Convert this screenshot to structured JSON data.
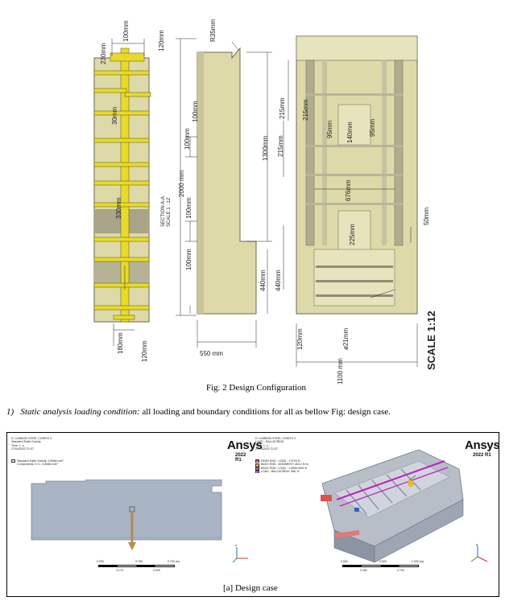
{
  "figure2": {
    "section_label": "SECTION A-A",
    "section_scale": "SCALE 1 : 12",
    "scale_label": "SCALE 1:12",
    "caption": "Fig. 2 Design Configuration",
    "dims": {
      "d230": "230mm",
      "d100a": "100mm",
      "d120top": "120mm",
      "r35": "R35mm",
      "d30": "30mm",
      "d330": "330mm",
      "d180": "180mm",
      "d120b": "120mm",
      "d2000": "2000 mm",
      "d1300": "1300mm",
      "d100b": "100mm",
      "d100c": "100mm",
      "d100d": "100mm",
      "d100e": "100mm",
      "d440a": "440mm",
      "d440b": "440mm",
      "d550": "550 mm",
      "d215a": "215mm",
      "d215b": "215mm",
      "d215c": "215mm",
      "d95a": "95mm",
      "d140": "140mm",
      "d95b": "95mm",
      "d676": "676mm",
      "d225": "225mm",
      "d50": "50mm",
      "d120c": "120mm",
      "d21": "ø21mm",
      "d1100": "1100 mm"
    }
  },
  "paragraph": {
    "number": "1)",
    "lead": "Static analysis loading condition:",
    "rest": " all loading and boundary conditions for all as bellow Fig: design case."
  },
  "panel_left": {
    "header": [
      "D: CARBON STEEL CONFIG 2",
      "Standard Earth Gravity",
      "Time: 1. s",
      "27/04/2022 21:07"
    ],
    "legend": [
      "Standard Earth Gravity: 9.8066 m/s²",
      "Components: 0.,0.,-9.8066 m/s²"
    ],
    "logo": "Ansys",
    "version": "2022 R1",
    "scale_top": [
      "0.000",
      "0.750",
      "0.700 (m)"
    ],
    "scale_bottom": [
      "0.175",
      "0.525"
    ]
  },
  "panel_right": {
    "header": [
      "D: CARBON STEEL CONFIG 2",
      "LOAD - BALLSCREW",
      "Time: 1. s",
      "27/04/2022 21:07"
    ],
    "legend": [
      {
        "key": "A",
        "color": "#d9534f",
        "text": "REAR END : LOAD : 1707N N"
      },
      {
        "key": "B",
        "color": "#e0a020",
        "text": "BACK END : MOMMENT: 453.2 N·m"
      },
      {
        "key": "C",
        "color": "#b030b0",
        "text": "BACK END : LOAD : 1.969e+005 N"
      },
      {
        "key": "D",
        "color": "#3060c0",
        "text": "LOAD : BALLSCREW: 568. N"
      }
    ],
    "logo": "Ansys",
    "version": "2022 R1",
    "scale_top": [
      "0.000",
      "0.500",
      "1.000 (m)"
    ],
    "scale_bottom": [
      "0.250",
      "0.750"
    ]
  },
  "panel_caption": "[a]   Design case"
}
